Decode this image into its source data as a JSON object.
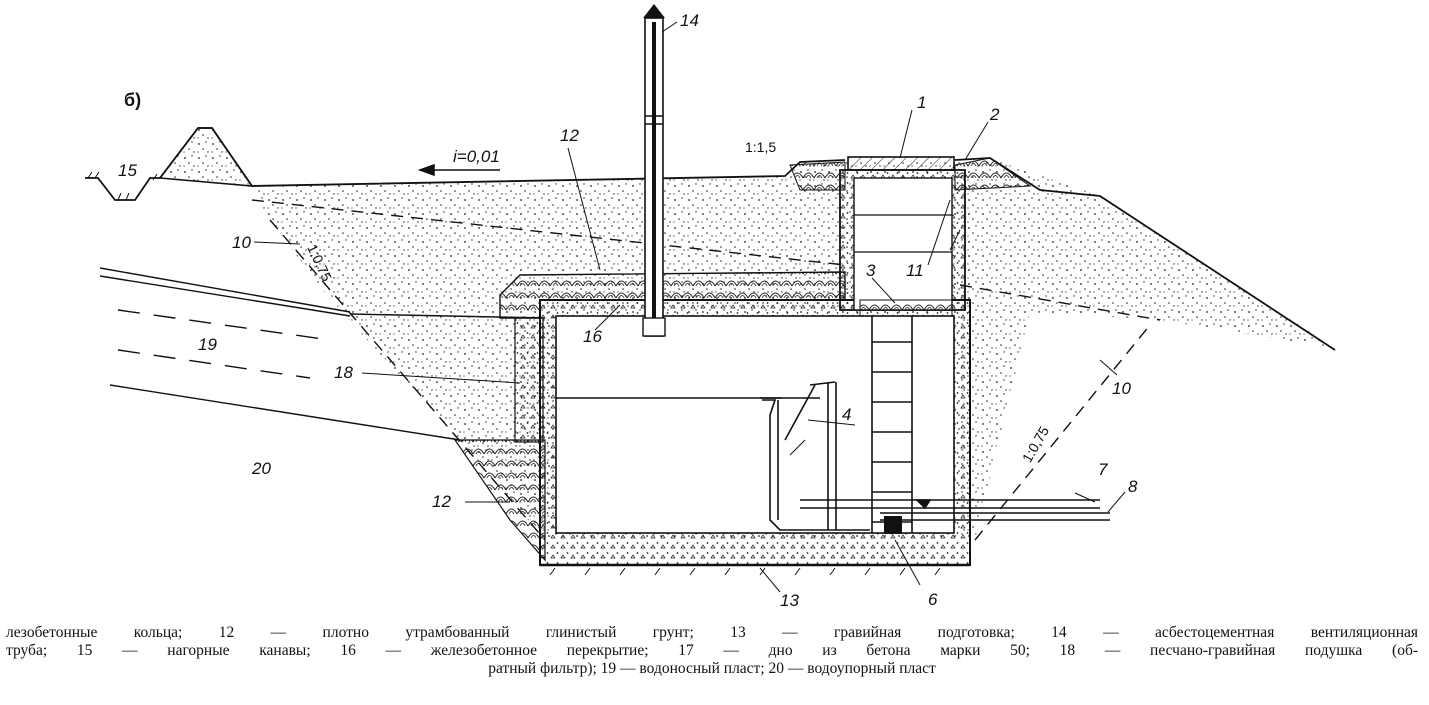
{
  "figure_label": "б)",
  "slope_label": "i=0,01",
  "ratio_top": "1:1,5",
  "ratio_left": "1:0,75",
  "ratio_right": "1:0,75",
  "callouts": {
    "c1": "1",
    "c2": "2",
    "c3": "3",
    "c4": "4",
    "c6": "6",
    "c7": "7",
    "c8": "8",
    "c10a": "10",
    "c10b": "10",
    "c11": "11",
    "c12a": "12",
    "c12b": "12",
    "c13": "13",
    "c14": "14",
    "c15": "15",
    "c16": "16",
    "c18": "18",
    "c19": "19",
    "c20": "20"
  },
  "caption": {
    "line1": "лезобетонные кольца; 12 — плотно утрамбованный глинистый грунт; 13 — гравийная подготовка; 14 — асбестоцементная вентиляционная",
    "line2": "труба; 15 — нагорные канавы; 16 — железобетонное перекрытие; 17 — дно из бетона марки 50; 18 — песчано-гравийная подушка (об-",
    "line3": "ратный фильтр); 19 — водоносный пласт; 20 — водоупорный пласт"
  },
  "colors": {
    "ink": "#111111",
    "paper": "#ffffff"
  }
}
